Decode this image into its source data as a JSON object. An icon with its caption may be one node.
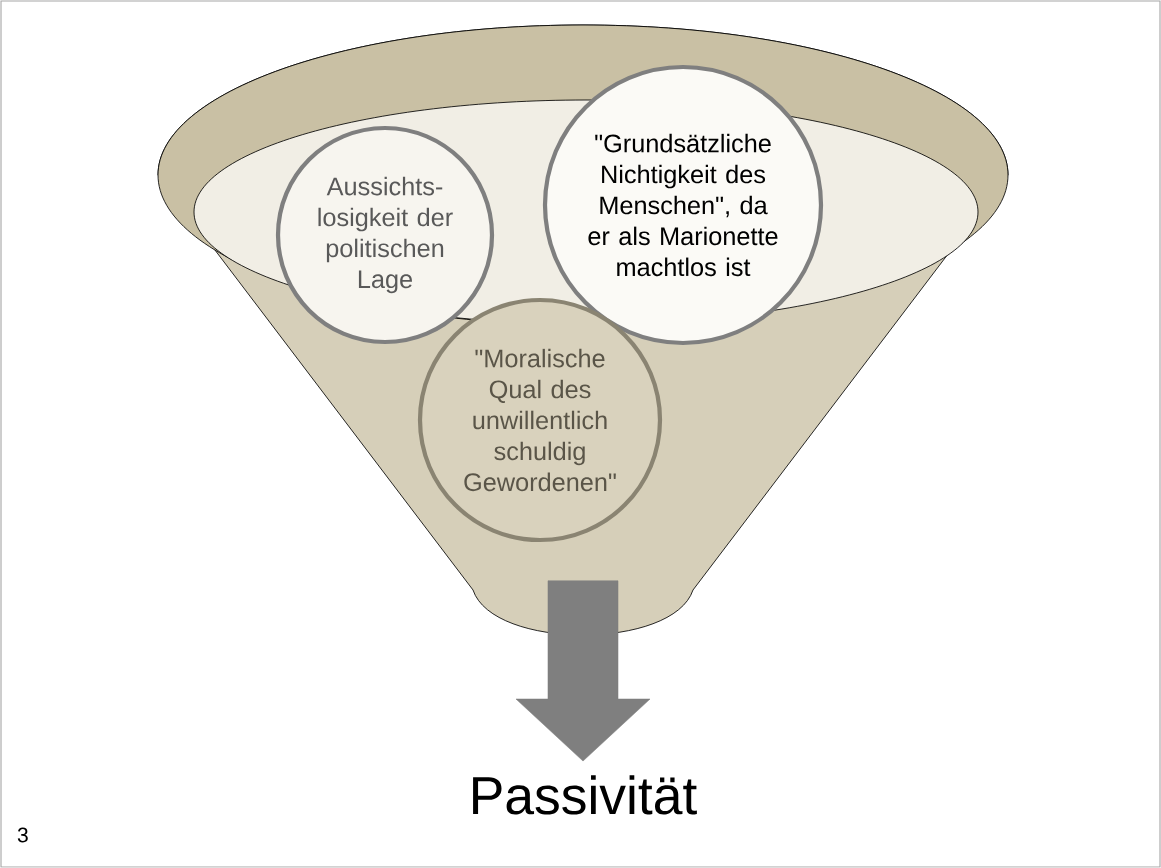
{
  "diagram": {
    "nodes": [
      {
        "text": [],
        "shape": "funnel"
      },
      {
        "text": [
          "Aussichts-losigkeit der politischen Lage"
        ],
        "in": 0
      },
      {
        "text": [
          "\"Grundsätzliche Nichtigkeit des Menschen\", da er als Marionette machtlos ist"
        ],
        "in": 0
      },
      {
        "text": [
          "\"Moralische Qual des unwillentlich schuldig Gewordenen\""
        ],
        "in": 0
      },
      {
        "text": [
          "Passivität"
        ]
      }
    ],
    "edges": [
      {
        "from": 0,
        "to": 4,
        "arrow": "to"
      }
    ],
    "labels": [
      "3"
    ]
  }
}
